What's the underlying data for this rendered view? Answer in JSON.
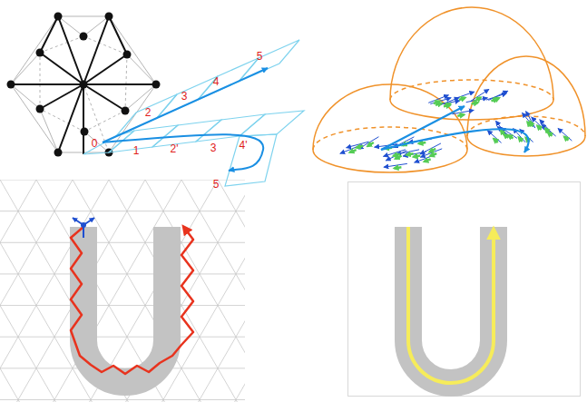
{
  "diagram": {
    "labels": [
      "5",
      "4",
      "3",
      "2",
      "0",
      "1",
      "2'",
      "3",
      "4'",
      "5"
    ]
  }
}
